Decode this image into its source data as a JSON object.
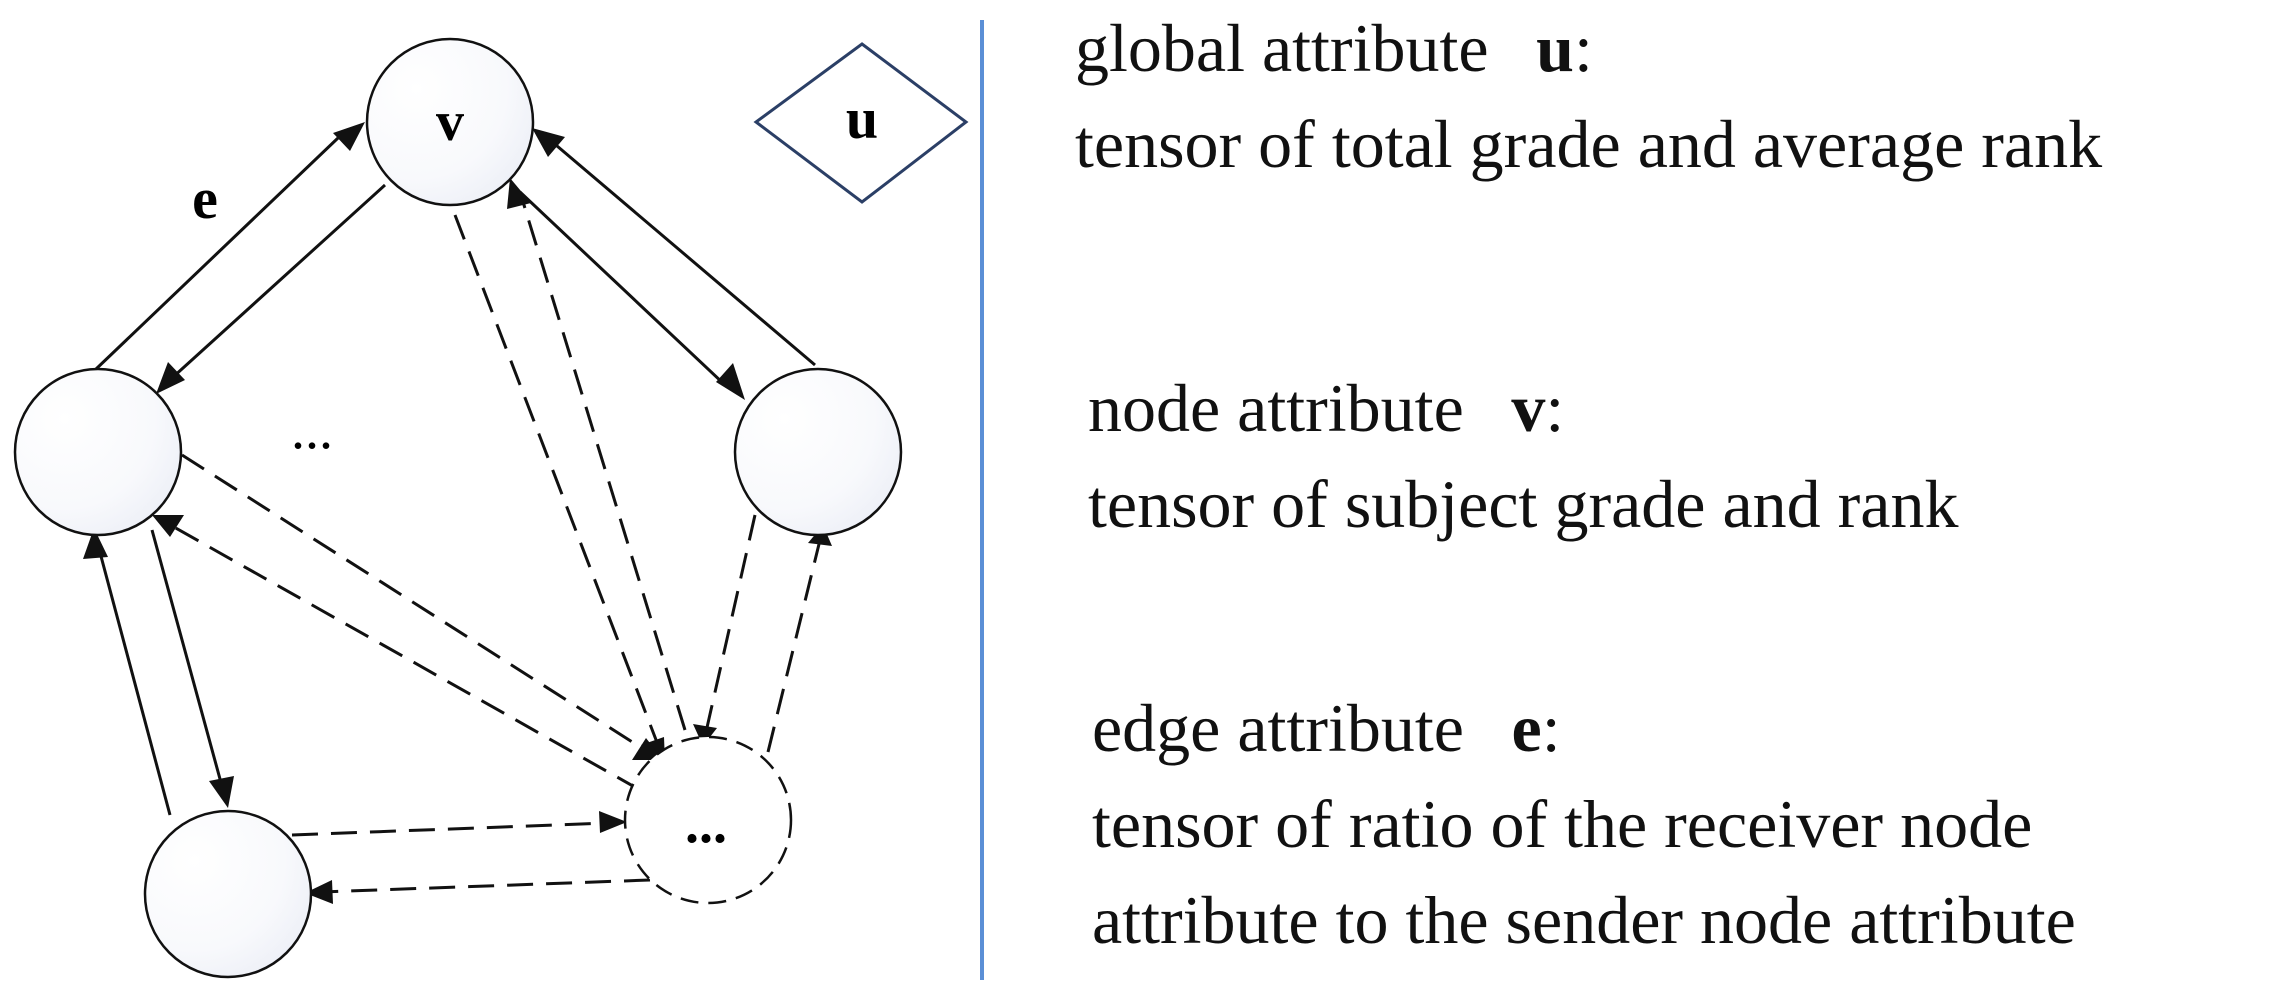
{
  "diagram": {
    "global_symbol": "u",
    "node_symbol": "v",
    "edge_symbol": "e",
    "ellipsis_label": "...",
    "dashed_node_label": "..."
  },
  "legend": {
    "global": {
      "heading": "global attribute",
      "symbol": "u",
      "colon": ":",
      "lines": [
        "tensor of total grade and average rank"
      ]
    },
    "node": {
      "heading": "node attribute",
      "symbol": "v",
      "colon": ":",
      "lines": [
        "tensor of subject grade and rank"
      ]
    },
    "edge": {
      "heading": "edge attribute",
      "symbol": "e",
      "colon": ":",
      "lines": [
        "tensor of ratio of the receiver node",
        "attribute to the sender node attribute"
      ]
    }
  },
  "colors": {
    "divider": "#5b8fd6",
    "diamond_stroke": "#2b3f66",
    "stroke": "#111111",
    "node_fill_light": "#ffffff",
    "node_fill_shade": "#eef0f7"
  }
}
